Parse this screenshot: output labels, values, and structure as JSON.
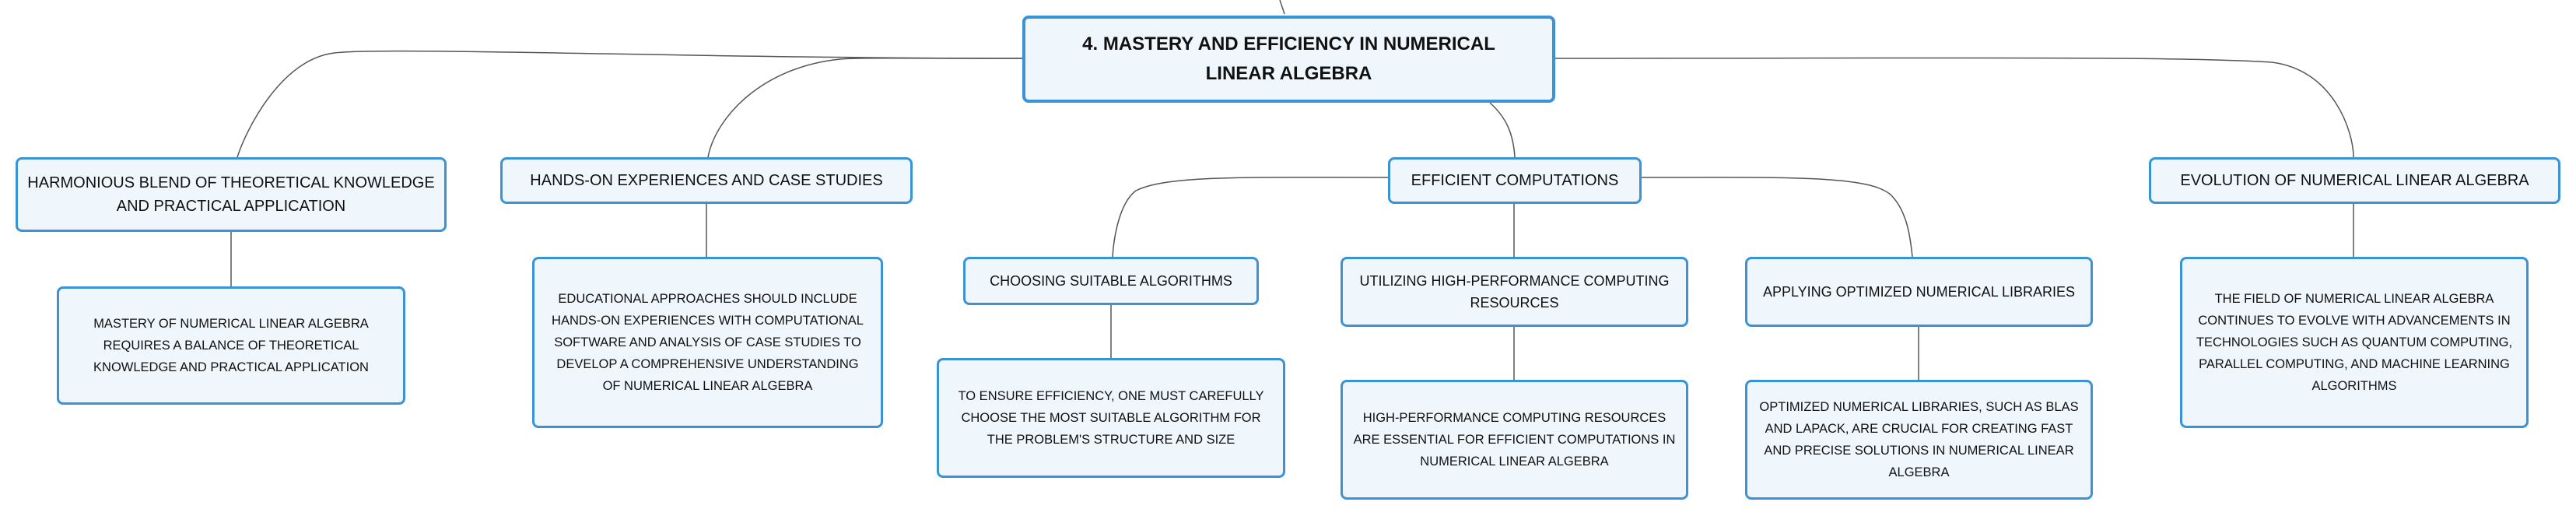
{
  "diagram": {
    "root": "4. MASTERY AND EFFICIENCY IN NUMERICAL LINEAR ALGEBRA",
    "branches": [
      {
        "label": "HARMONIOUS BLEND OF THEORETICAL KNOWLEDGE AND PRACTICAL APPLICATION",
        "detail": "MASTERY OF NUMERICAL LINEAR ALGEBRA REQUIRES A BALANCE OF THEORETICAL KNOWLEDGE AND PRACTICAL APPLICATION"
      },
      {
        "label": "HANDS-ON EXPERIENCES AND CASE STUDIES",
        "detail": "EDUCATIONAL APPROACHES SHOULD INCLUDE HANDS-ON EXPERIENCES WITH COMPUTATIONAL SOFTWARE AND ANALYSIS OF CASE STUDIES TO DEVELOP A COMPREHENSIVE UNDERSTANDING OF NUMERICAL LINEAR ALGEBRA"
      },
      {
        "label": "EFFICIENT COMPUTATIONS",
        "children": [
          {
            "label": "CHOOSING SUITABLE ALGORITHMS",
            "detail": "TO ENSURE EFFICIENCY, ONE MUST CAREFULLY CHOOSE THE MOST SUITABLE ALGORITHM FOR THE PROBLEM'S STRUCTURE AND SIZE"
          },
          {
            "label": "UTILIZING HIGH-PERFORMANCE COMPUTING RESOURCES",
            "detail": "HIGH-PERFORMANCE COMPUTING RESOURCES ARE ESSENTIAL FOR EFFICIENT COMPUTATIONS IN NUMERICAL LINEAR ALGEBRA"
          },
          {
            "label": "APPLYING OPTIMIZED NUMERICAL LIBRARIES",
            "detail": "OPTIMIZED NUMERICAL LIBRARIES, SUCH AS BLAS AND LAPACK, ARE CRUCIAL FOR CREATING FAST AND PRECISE SOLUTIONS IN NUMERICAL LINEAR ALGEBRA"
          }
        ]
      },
      {
        "label": "EVOLUTION OF NUMERICAL LINEAR ALGEBRA",
        "detail": "THE FIELD OF NUMERICAL LINEAR ALGEBRA CONTINUES TO EVOLVE WITH ADVANCEMENTS IN TECHNOLOGIES SUCH AS QUANTUM COMPUTING, PARALLEL COMPUTING, AND MACHINE LEARNING ALGORITHMS"
      }
    ]
  },
  "colors": {
    "node_fill": "#eff6fc",
    "node_border": "#3a93d6",
    "connector": "#555555",
    "text": "#111111"
  }
}
